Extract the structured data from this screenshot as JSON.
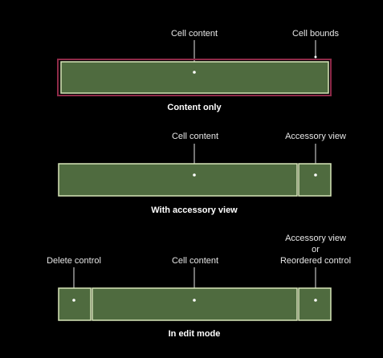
{
  "panels": {
    "content_only": {
      "caption": "Content only",
      "label_cell_content": "Cell content",
      "label_cell_bounds": "Cell bounds"
    },
    "with_accessory": {
      "caption": "With accessory view",
      "label_cell_content": "Cell content",
      "label_accessory_view": "Accessory view"
    },
    "edit_mode": {
      "caption": "In edit mode",
      "label_delete_control": "Delete control",
      "label_cell_content": "Cell content",
      "label_accessory_line1": "Accessory view",
      "label_accessory_line2": "or",
      "label_accessory_line3": "Reordered control"
    }
  },
  "colors": {
    "background": "#000000",
    "cell_fill": "#4f6b3f",
    "cell_stroke": "#d7e6b8",
    "bounds_stroke": "#8e2a48",
    "text": "#e6e6e6"
  }
}
